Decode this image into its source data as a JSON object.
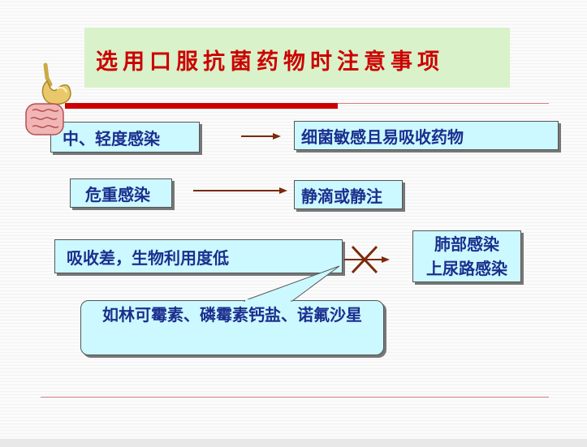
{
  "slide": {
    "title": "选用口服抗菌药物时注意事项",
    "rows": [
      {
        "left": "中、轻度感染",
        "right": "细菌敏感且易吸收药物"
      },
      {
        "left": "危重感染",
        "right": "静滴或静注"
      }
    ],
    "row3": {
      "left": "吸收差，生物利用度低",
      "right_line1": "肺部感染",
      "right_line2": "上尿路感染"
    },
    "callout": "如林可霉素、磷霉素钙盐、诺氟沙星"
  },
  "colors": {
    "title_text": "#cc0000",
    "title_bg": "#d9f2c9",
    "box_fill": "#ccf8ff",
    "box_text": "#1b2f8e",
    "arrow": "#7a2a0a",
    "accent_bar": "#cc0000"
  },
  "icons": [
    "stomach-intestine-icon",
    "arrow-right-icon",
    "cross-icon"
  ]
}
